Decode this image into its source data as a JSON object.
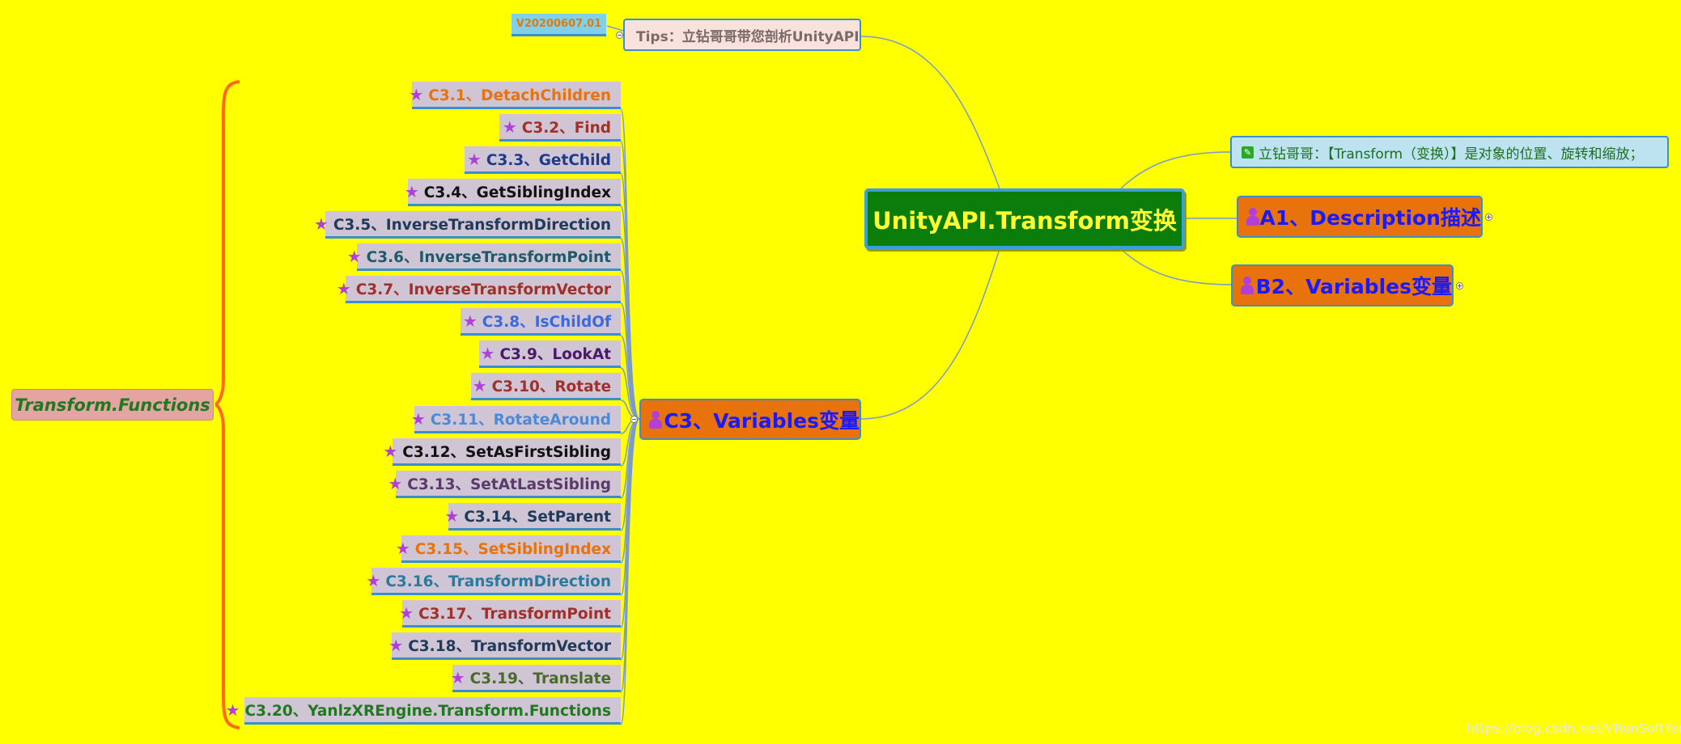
{
  "version": "V20200607.01",
  "tips": "Tips：立钻哥哥带您剖析UnityAPI",
  "root": {
    "label": "UnityAPI.Transform变换"
  },
  "description_note": "立钻哥哥：【Transform（变换）】是对象的位置、旋转和缩放；",
  "main_topics": [
    {
      "label": "A1、Description描述"
    },
    {
      "label": "B2、Variables变量"
    },
    {
      "label": "C3、Variables变量"
    }
  ],
  "boundary_label": "Transform.Functions",
  "functions": [
    {
      "label": "C3.1、DetachChildren",
      "color": "#e8720c"
    },
    {
      "label": "C3.2、Find",
      "color": "#a0302a"
    },
    {
      "label": "C3.3、GetChild",
      "color": "#1f3a8a"
    },
    {
      "label": "C3.4、GetSiblingIndex",
      "color": "#111111"
    },
    {
      "label": "C3.5、InverseTransformDirection",
      "color": "#1f3a5a"
    },
    {
      "label": "C3.6、InverseTransformPoint",
      "color": "#1f5a6a"
    },
    {
      "label": "C3.7、InverseTransformVector",
      "color": "#a0302a"
    },
    {
      "label": "C3.8、IsChildOf",
      "color": "#3a6ae0"
    },
    {
      "label": "C3.9、LookAt",
      "color": "#4a1a6a"
    },
    {
      "label": "C3.10、Rotate",
      "color": "#a0302a"
    },
    {
      "label": "C3.11、RotateAround",
      "color": "#4a8ad8"
    },
    {
      "label": "C3.12、SetAsFirstSibling",
      "color": "#111111"
    },
    {
      "label": "C3.13、SetAtLastSibling",
      "color": "#5a3a6a"
    },
    {
      "label": "C3.14、SetParent",
      "color": "#1f3a5a"
    },
    {
      "label": "C3.15、SetSiblingIndex",
      "color": "#e8720c"
    },
    {
      "label": "C3.16、TransformDirection",
      "color": "#2a7aa0"
    },
    {
      "label": "C3.17、TransformPoint",
      "color": "#a0302a"
    },
    {
      "label": "C3.18、TransformVector",
      "color": "#1f3a5a"
    },
    {
      "label": "C3.19、Translate",
      "color": "#4a6a2a"
    },
    {
      "label": "C3.20、YanlzXREngine.Transform.Functions",
      "color": "#1f7a1f"
    }
  ],
  "watermark": "https://blog.csdn.net/VRunSoftYanlz",
  "colors": {
    "background": "#ffff00",
    "root_fill": "#0a7d0a",
    "topic_fill": "#e8720c",
    "leaf_fill": "#d0c5d4",
    "boundary": "#ff6a1a",
    "connector": "#7a9ad0"
  }
}
